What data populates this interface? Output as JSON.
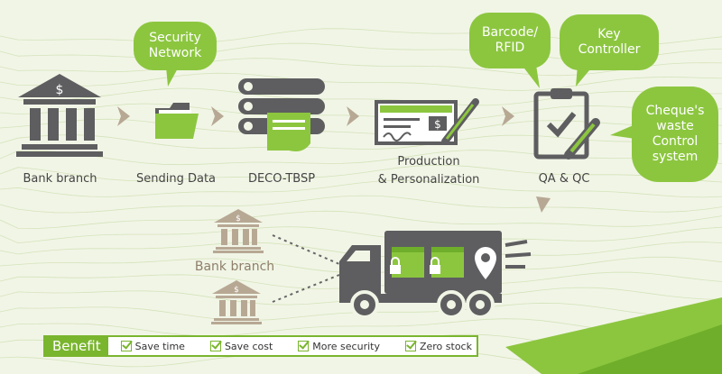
{
  "colors": {
    "accent": "#8cc63f",
    "accent_dark": "#7ab52e",
    "icon_gray": "#5e5e60",
    "soft_gray": "#b7a894",
    "text": "#444444"
  },
  "steps": [
    {
      "label": "Bank branch"
    },
    {
      "label": "Sending Data"
    },
    {
      "label": "DECO-TBSP"
    },
    {
      "label": "Production\n& Personalization"
    },
    {
      "label": "QA & QC"
    }
  ],
  "bubbles": {
    "security_network": "Security\nNetwork",
    "barcode_rfid": "Barcode/\nRFID",
    "key_controller": "Key\nController",
    "cheque_waste": "Cheque's\nwaste\nControl\nsystem"
  },
  "delivery": {
    "bank_branch_label": "Bank branch"
  },
  "benefit": {
    "title": "Benefit",
    "items": [
      "Save time",
      "Save cost",
      "More security",
      "Zero stock"
    ]
  }
}
